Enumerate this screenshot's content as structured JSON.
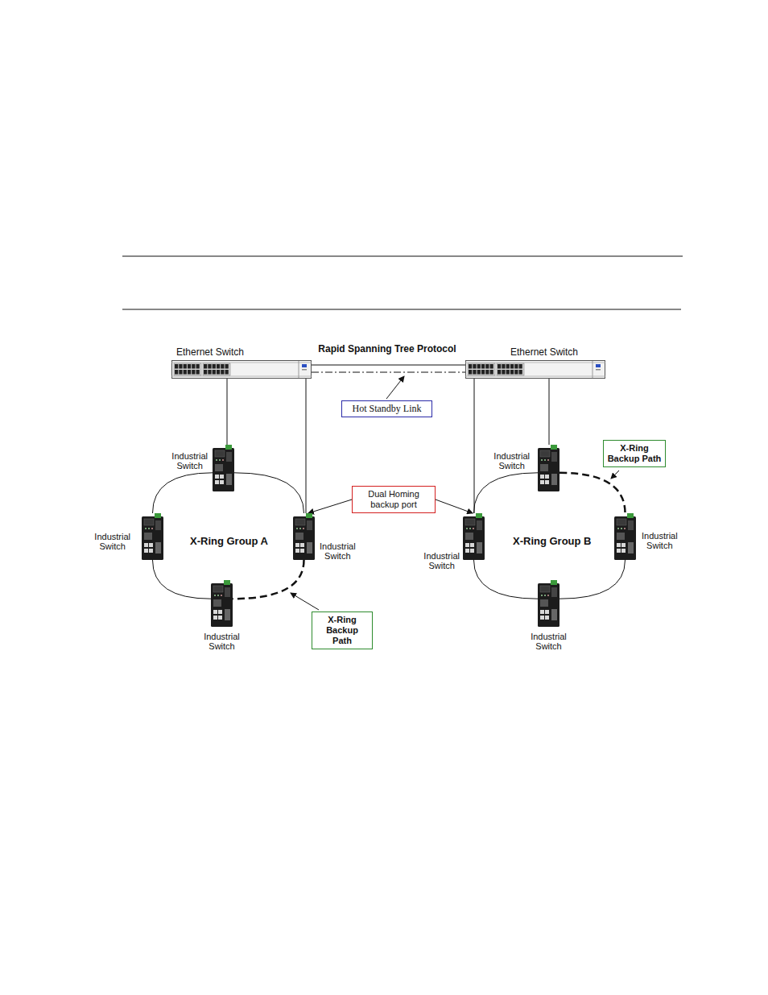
{
  "diagram": {
    "title": "Rapid Spanning Tree Protocol",
    "nodes": [
      {
        "text": [
          "Ethernet Switch"
        ]
      },
      {
        "text": [
          "Ethernet Switch"
        ]
      },
      {
        "text": [
          "Hot Standby Link"
        ]
      },
      {
        "text": [
          "Industrial Switch"
        ]
      },
      {
        "text": [
          "Industrial Switch"
        ]
      },
      {
        "text": [
          "X-Ring Backup Path"
        ]
      },
      {
        "text": [
          "Dual Homing backup port"
        ]
      },
      {
        "text": [
          "Industrial Switch"
        ]
      },
      {
        "text": [
          "Industrial Switch"
        ]
      },
      {
        "text": [
          "Industrial Switch"
        ]
      },
      {
        "text": [
          "Industrial Switch"
        ]
      },
      {
        "text": [
          "X-Ring Backup Path"
        ]
      },
      {
        "text": [
          "Industrial Switch"
        ]
      },
      {
        "text": [
          "Industrial Switch"
        ]
      }
    ],
    "edges": [
      {
        "from": 0,
        "to": 3,
        "arrow": "none"
      },
      {
        "from": 0,
        "to": 8,
        "arrow": "none"
      },
      {
        "from": 1,
        "to": 9,
        "arrow": "none"
      },
      {
        "from": 1,
        "to": 4,
        "arrow": "none"
      },
      {
        "from": 0,
        "to": 1,
        "arrow": "none"
      },
      {
        "from": 0,
        "to": 1,
        "arrow": "none"
      },
      {
        "from": 6,
        "to": 8,
        "arrow": "to"
      },
      {
        "from": 6,
        "to": 9,
        "arrow": "to"
      },
      {
        "from": 3,
        "to": 8,
        "arrow": "none"
      },
      {
        "from": 8,
        "to": 12,
        "arrow": "none"
      },
      {
        "from": 12,
        "to": 7,
        "arrow": "none"
      },
      {
        "from": 7,
        "to": 3,
        "arrow": "none"
      },
      {
        "from": 4,
        "to": 10,
        "arrow": "none"
      },
      {
        "from": 10,
        "to": 13,
        "arrow": "none"
      },
      {
        "from": 13,
        "to": 9,
        "arrow": "none"
      },
      {
        "from": 9,
        "to": 4,
        "arrow": "none"
      }
    ],
    "labels": [
      "X-Ring Group A",
      "X-Ring Group B"
    ]
  }
}
